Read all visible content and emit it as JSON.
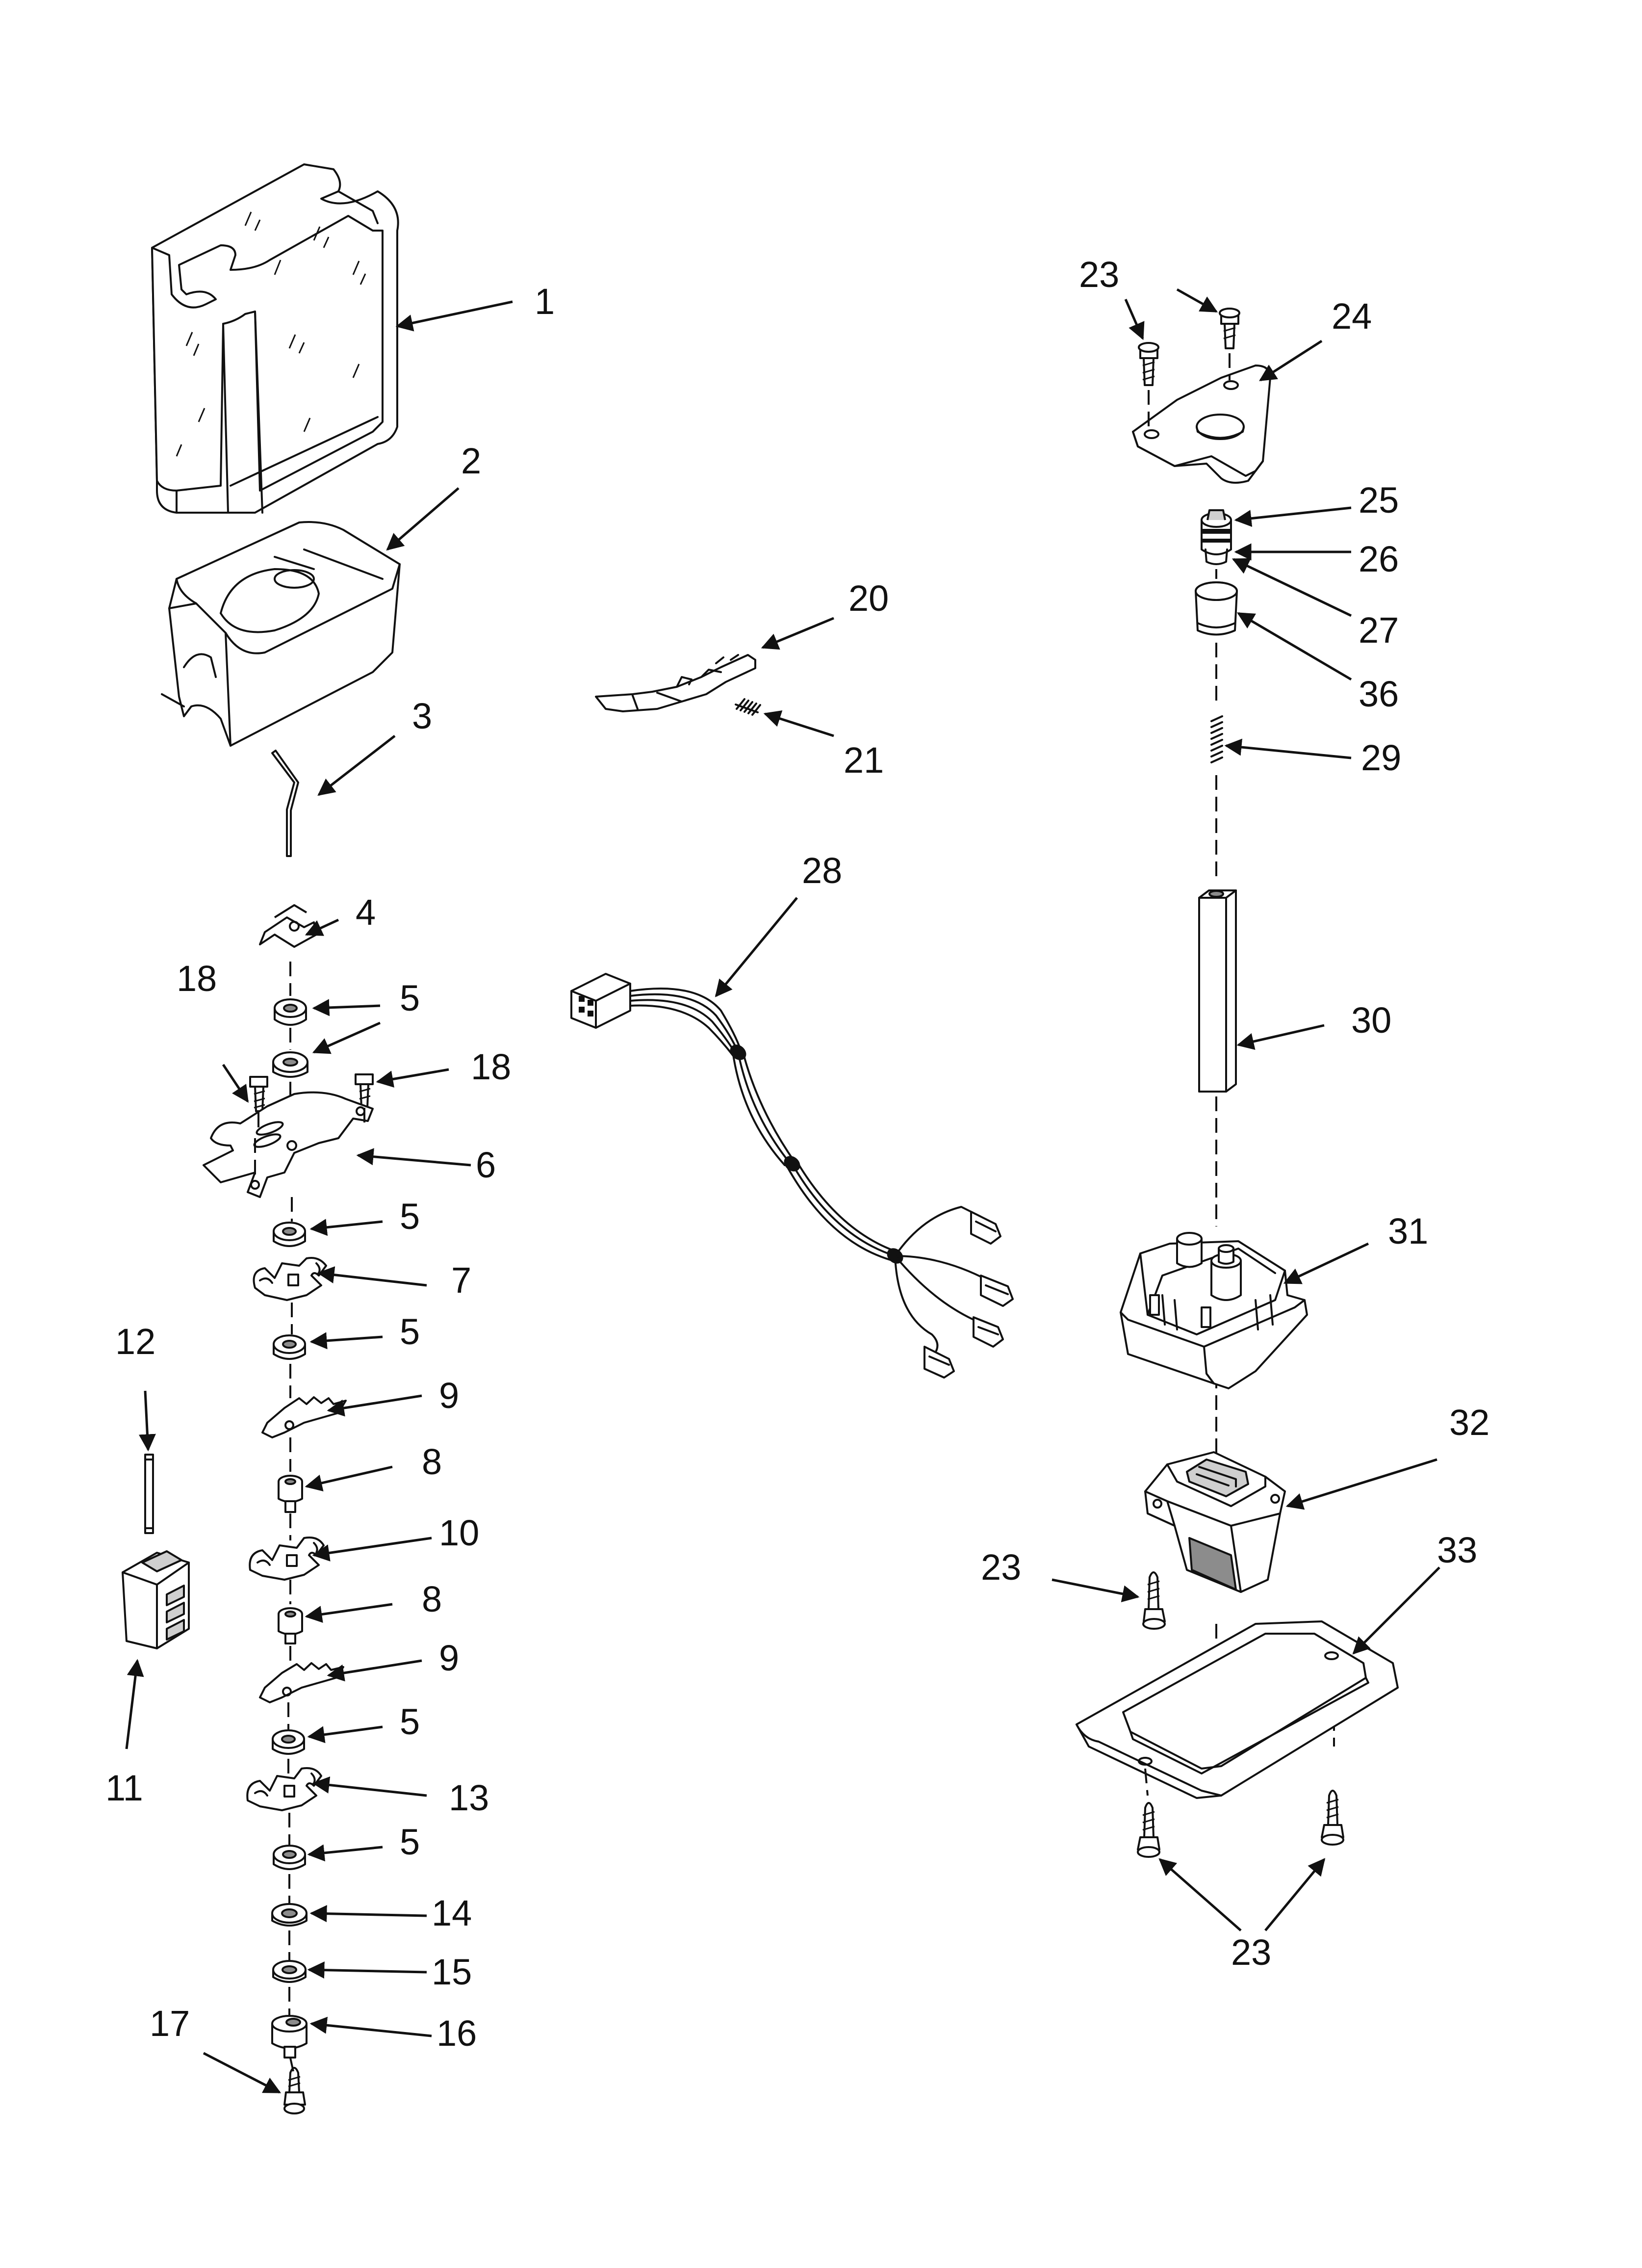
{
  "diagram": {
    "labels": [
      {
        "id": "1",
        "text": "1"
      },
      {
        "id": "2",
        "text": "2"
      },
      {
        "id": "3",
        "text": "3"
      },
      {
        "id": "4",
        "text": "4"
      },
      {
        "id": "5a",
        "text": "5"
      },
      {
        "id": "5b",
        "text": "5"
      },
      {
        "id": "5c",
        "text": "5"
      },
      {
        "id": "5d",
        "text": "5"
      },
      {
        "id": "5e",
        "text": "5"
      },
      {
        "id": "6",
        "text": "6"
      },
      {
        "id": "7",
        "text": "7"
      },
      {
        "id": "8a",
        "text": "8"
      },
      {
        "id": "8b",
        "text": "8"
      },
      {
        "id": "9a",
        "text": "9"
      },
      {
        "id": "9b",
        "text": "9"
      },
      {
        "id": "10",
        "text": "10"
      },
      {
        "id": "11",
        "text": "11"
      },
      {
        "id": "12",
        "text": "12"
      },
      {
        "id": "13",
        "text": "13"
      },
      {
        "id": "14",
        "text": "14"
      },
      {
        "id": "15",
        "text": "15"
      },
      {
        "id": "16",
        "text": "16"
      },
      {
        "id": "17",
        "text": "17"
      },
      {
        "id": "18a",
        "text": "18"
      },
      {
        "id": "18b",
        "text": "18"
      },
      {
        "id": "20",
        "text": "20"
      },
      {
        "id": "21",
        "text": "21"
      },
      {
        "id": "23a",
        "text": "23"
      },
      {
        "id": "23b",
        "text": "23"
      },
      {
        "id": "23c",
        "text": "23"
      },
      {
        "id": "24",
        "text": "24"
      },
      {
        "id": "25",
        "text": "25"
      },
      {
        "id": "26",
        "text": "26"
      },
      {
        "id": "27",
        "text": "27"
      },
      {
        "id": "28",
        "text": "28"
      },
      {
        "id": "29",
        "text": "29"
      },
      {
        "id": "30",
        "text": "30"
      },
      {
        "id": "31",
        "text": "31"
      },
      {
        "id": "32",
        "text": "32"
      },
      {
        "id": "33",
        "text": "33"
      },
      {
        "id": "36",
        "text": "36"
      }
    ]
  }
}
